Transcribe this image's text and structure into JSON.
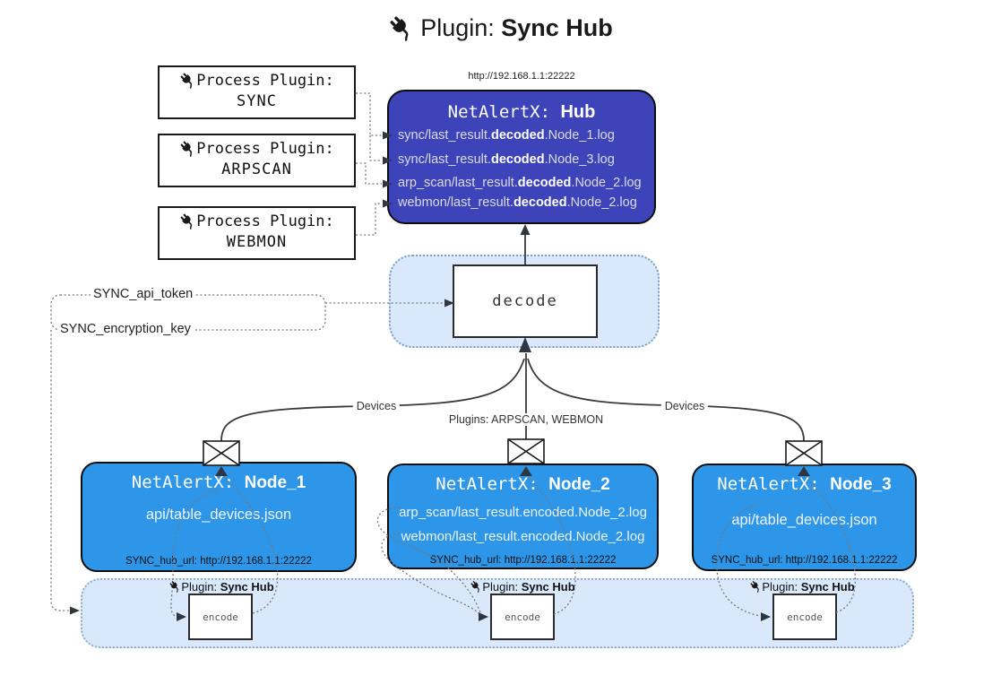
{
  "title": {
    "label": "Plugin:",
    "name": "Sync Hub"
  },
  "process_plugins": {
    "heading": "Process Plugin:",
    "items": [
      {
        "name": "SYNC"
      },
      {
        "name": "ARPSCAN"
      },
      {
        "name": "WEBMON"
      }
    ]
  },
  "hub": {
    "url": "http://192.168.1.1:22222",
    "app": "NetAlertX:",
    "name": "Hub",
    "logs": [
      {
        "pre": "sync/last_result.",
        "bold": "decoded",
        "post": ".Node_1.log"
      },
      {
        "pre": "sync/last_result.",
        "bold": "decoded",
        "post": ".Node_3.log"
      },
      {
        "pre": "arp_scan/last_result.",
        "bold": "decoded",
        "post": ".Node_2.log"
      },
      {
        "pre": "webmon/last_result.",
        "bold": "decoded",
        "post": ".Node_2.log"
      }
    ]
  },
  "decode": {
    "label": "decode"
  },
  "settings": {
    "api_token": "SYNC_api_token",
    "encryption_key": "SYNC_encryption_key"
  },
  "edges": {
    "devices_left": "Devices",
    "devices_right": "Devices",
    "plugins": "Plugins: ARPSCAN, WEBMON"
  },
  "nodes": [
    {
      "app": "NetAlertX:",
      "name": "Node_1",
      "line1": "api/table_devices.json",
      "hub_url": "SYNC_hub_url: http://192.168.1.1:22222"
    },
    {
      "app": "NetAlertX:",
      "name": "Node_2",
      "line1": "arp_scan/last_result.encoded.Node_2.log",
      "line2": "webmon/last_result.encoded.Node_2.log",
      "hub_url": "SYNC_hub_url: http://192.168.1.1:22222"
    },
    {
      "app": "NetAlertX:",
      "name": "Node_3",
      "line1": "api/table_devices.json",
      "hub_url": "SYNC_hub_url: http://192.168.1.1:22222"
    }
  ],
  "encode_bar": {
    "plugin_label": "Plugin:",
    "plugin_name": "Sync Hub",
    "encode_label": "encode"
  },
  "icons": {
    "plug": "plug-icon",
    "envelope": "envelope-icon"
  },
  "colors": {
    "hub_bg": "#3d43b8",
    "node_bg": "#2e96e8",
    "container_bg": "#d9e9fb",
    "line_dark": "#3a3a3a"
  }
}
